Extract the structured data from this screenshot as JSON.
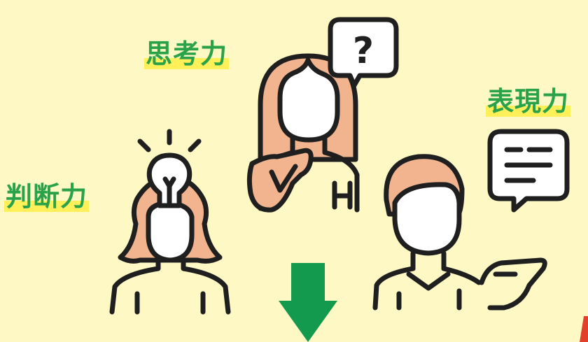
{
  "labels": {
    "thinking": "思考力",
    "judgment": "判断力",
    "expression": "表現力"
  },
  "colors": {
    "background": "#fdf8c4",
    "label_text": "#2aa24a",
    "label_highlight": "#fff05a",
    "outline": "#1f1f1f",
    "skin_hair": "#f2b48e",
    "face": "#ffffff",
    "arrow": "#139a4f",
    "corner_accent": "#e2402b"
  },
  "icons": {
    "question_mark": "?",
    "lightbulb": "lightbulb-icon",
    "speech_lines": "text-lines-icon"
  }
}
